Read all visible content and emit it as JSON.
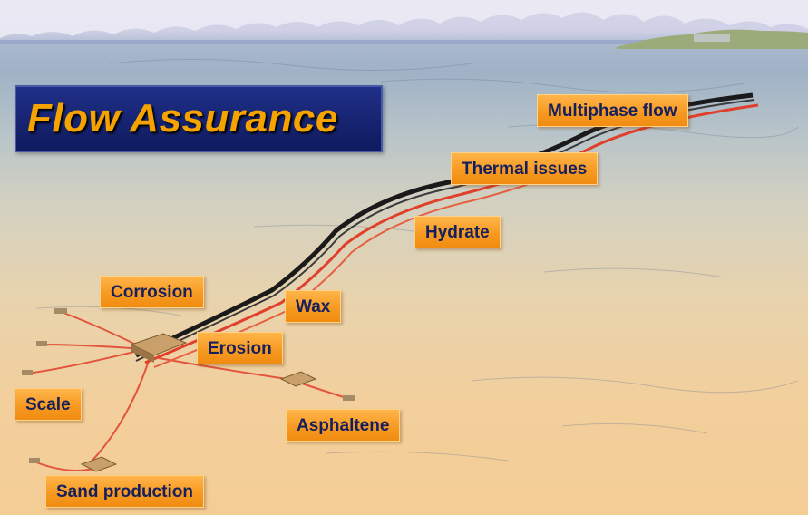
{
  "title": "Flow Assurance",
  "labels": {
    "multiphase_flow": "Multiphase flow",
    "thermal_issues": "Thermal issues",
    "hydrate": "Hydrate",
    "corrosion": "Corrosion",
    "wax": "Wax",
    "erosion": "Erosion",
    "scale": "Scale",
    "asphaltene": "Asphaltene",
    "sand_production": "Sand production"
  },
  "colors": {
    "title_text": "#f6a300",
    "title_bg": "#1a2a80",
    "label_bg": "#f79a22",
    "label_text": "#14205e",
    "pipeline_black": "#1a1a1a",
    "pipeline_red": "#e0402a"
  }
}
